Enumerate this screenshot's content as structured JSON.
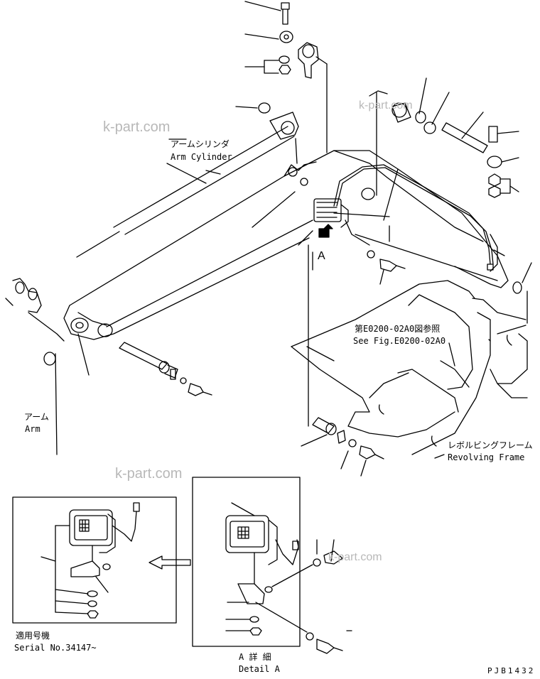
{
  "watermark": "k-part.com",
  "labels": {
    "arm_cylinder_jp": "アームシリンダ",
    "arm_cylinder_en": "Arm Cylinder",
    "arm_jp": "アーム",
    "arm_en": "Arm",
    "see_fig_jp": "第E0200-02A0図参照",
    "see_fig_en": "See Fig.E0200-02A0",
    "revolving_frame_jp": "レボルビングフレーム",
    "revolving_frame_en": "Revolving Frame",
    "view_a": "A",
    "serial_jp": "適用号機",
    "serial_en": "Serial No.34147~",
    "detail_a_jp": "A 詳 細",
    "detail_a_en": "Detail A",
    "drawing_code": "PJB1432"
  },
  "colors": {
    "ink": "#000000",
    "watermark": "#b8b8b8",
    "paper": "#ffffff"
  }
}
